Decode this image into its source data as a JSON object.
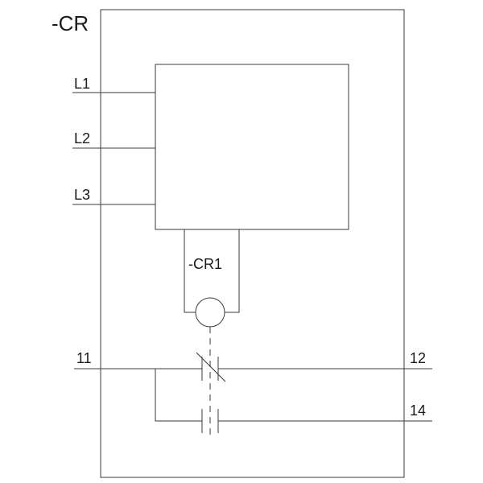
{
  "diagram": {
    "device_label": "-CR",
    "relay_label": "-CR1",
    "inputs": [
      "L1",
      "L2",
      "L3"
    ],
    "terminals": {
      "common": "11",
      "nc": "12",
      "no": "14"
    }
  }
}
